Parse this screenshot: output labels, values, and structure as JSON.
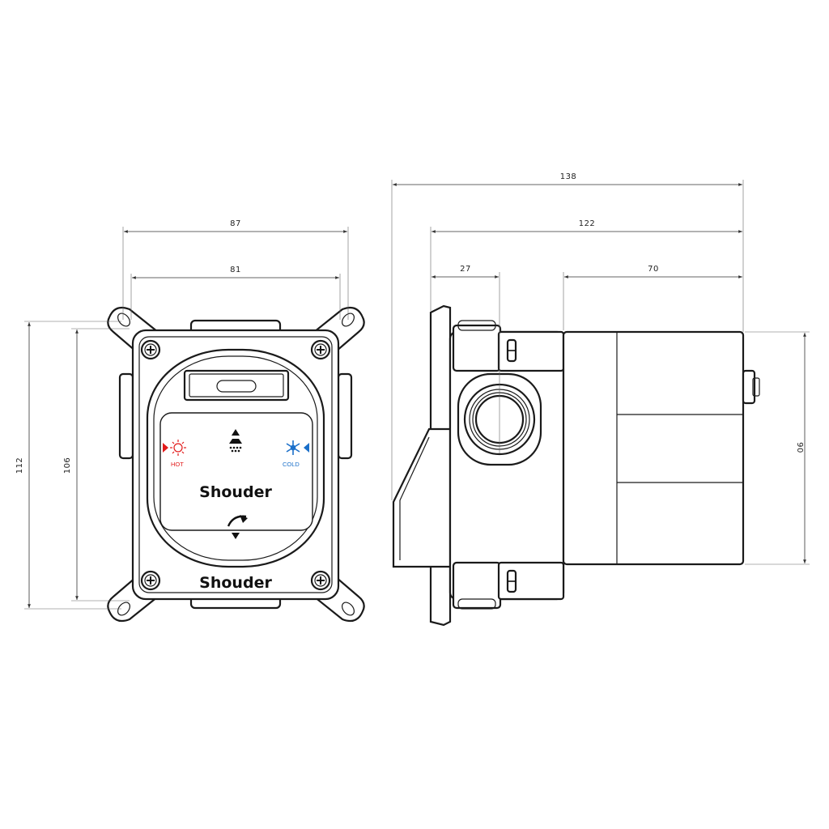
{
  "dimensions": {
    "front_outer_width": "87",
    "front_inner_width": "81",
    "front_outer_height": "112",
    "front_inner_height": "106",
    "side_total_depth": "138",
    "side_body_depth": "122",
    "side_inlet_offset": "27",
    "side_cylinder_depth": "70",
    "side_height": "90"
  },
  "faceplate": {
    "brand": "Shouder",
    "brand_bottom": "Shouder",
    "hot_label": "HOT",
    "cold_label": "COLD"
  },
  "colors": {
    "hot": "#e21b1b",
    "cold": "#1a6fc9",
    "line": "#1a1a1a"
  }
}
